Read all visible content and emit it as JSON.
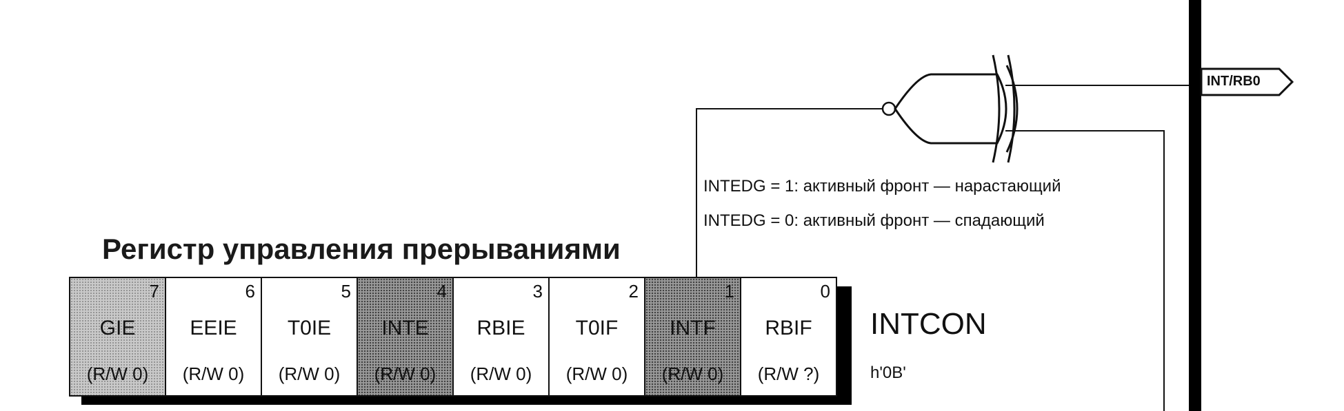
{
  "register": {
    "title": "Регистр управления прерываниями",
    "name": "INTCON",
    "address": "h'0B'",
    "bits": [
      {
        "num": "7",
        "name": "GIE",
        "access": "(R/W 0)",
        "shade": "light"
      },
      {
        "num": "6",
        "name": "EEIE",
        "access": "(R/W 0)",
        "shade": "none"
      },
      {
        "num": "5",
        "name": "T0IE",
        "access": "(R/W 0)",
        "shade": "none"
      },
      {
        "num": "4",
        "name": "INTE",
        "access": "(R/W 0)",
        "shade": "dark"
      },
      {
        "num": "3",
        "name": "RBIE",
        "access": "(R/W 0)",
        "shade": "none"
      },
      {
        "num": "2",
        "name": "T0IF",
        "access": "(R/W 0)",
        "shade": "none"
      },
      {
        "num": "1",
        "name": "INTF",
        "access": "(R/W 0)",
        "shade": "dark"
      },
      {
        "num": "0",
        "name": "RBIF",
        "access": "(R/W ?)",
        "shade": "none"
      }
    ]
  },
  "notes": {
    "line1": "INTEDG = 1: активный фронт — нарастающий",
    "line2": "INTEDG = 0: активный фронт — спадающий"
  },
  "pin": {
    "label": "INT/RB0"
  }
}
